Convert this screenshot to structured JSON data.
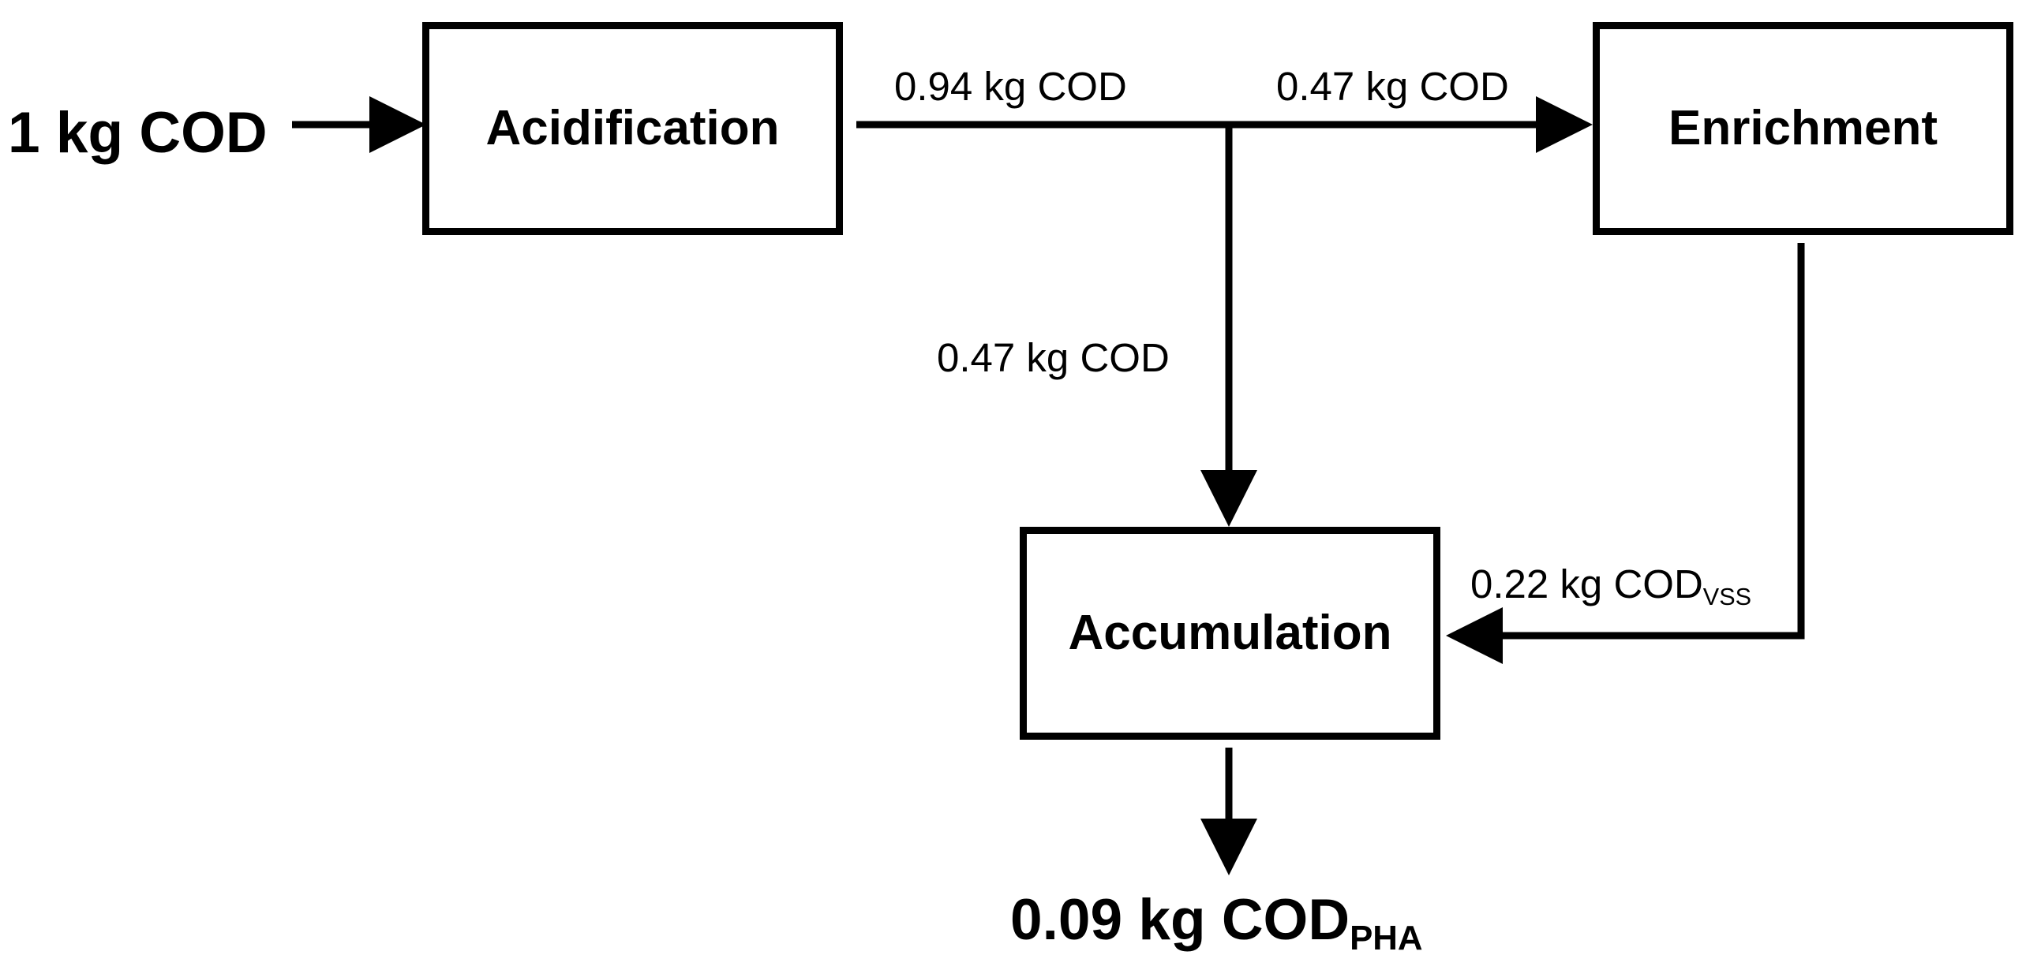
{
  "input": {
    "amount": "1 kg COD"
  },
  "nodes": {
    "acidification": "Acidification",
    "enrichment": "Enrichment",
    "accumulation": "Accumulation"
  },
  "flows": {
    "acidification_out": "0.94 kg COD",
    "to_enrichment": "0.47 kg COD",
    "to_accumulation": "0.47 kg COD",
    "enrichment_out_main": "0.22 kg COD",
    "enrichment_out_sub": "VSS"
  },
  "output": {
    "amount_main": "0.09 kg COD",
    "amount_sub": "PHA"
  },
  "colors": {
    "line": "#000000",
    "background": "#ffffff"
  }
}
